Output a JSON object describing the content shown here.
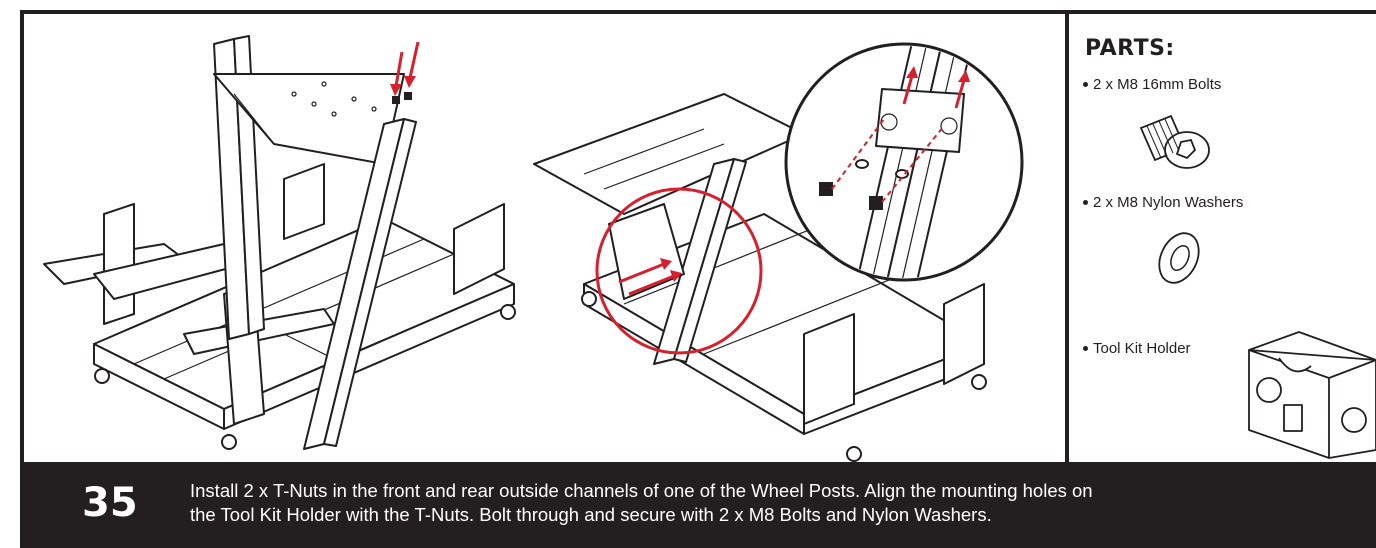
{
  "parts": {
    "title": "PARTS:",
    "items": [
      {
        "label": "2 x M8 16mm Bolts",
        "icon": "bolt-icon"
      },
      {
        "label": "2 x M8 Nylon Washers",
        "icon": "washer-icon"
      },
      {
        "label": "Tool Kit Holder",
        "icon": "tool-kit-holder-icon"
      }
    ]
  },
  "step": {
    "number": "35",
    "line1": "Install 2 x T-Nuts in the front and rear outside channels of one of the Wheel Posts. Align the mounting holes on",
    "line2": "the Tool Kit Holder with the T-Nuts. Bolt through and secure with 2 x M8 Bolts and Nylon Washers."
  },
  "colors": {
    "dark": "#231f20",
    "accent_red": "#d7202e",
    "background": "#ffffff"
  }
}
